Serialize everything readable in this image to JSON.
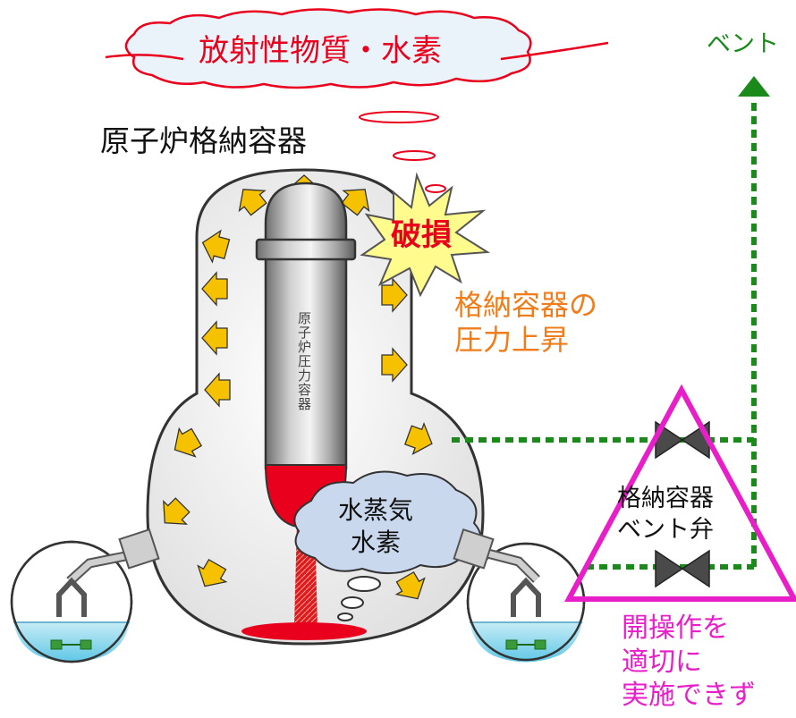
{
  "labels": {
    "cloud_title": "放射性物質・水素",
    "containment_title": "原子炉格納容器",
    "vent_arrow": "ベント",
    "damage": "破損",
    "pressure_rise_line1": "格納容器の",
    "pressure_rise_line2": "圧力上昇",
    "rpv": "原子炉圧力容器",
    "steam_line1": "水蒸気",
    "steam_line2": "水素",
    "valve_line1": "格納容器",
    "valve_line2": "ベント弁",
    "fail_line1": "開操作を",
    "fail_line2": "適切に",
    "fail_line3": "実施できず"
  },
  "colors": {
    "red": "#e8001c",
    "orange_text": "#f07d1a",
    "vent_green": "#1a8a1a",
    "magenta": "#e81ec8",
    "arrow_fill": "#f6c200",
    "burst_fill": "#fffb8c",
    "steam_fill": "#c9d8ec"
  }
}
